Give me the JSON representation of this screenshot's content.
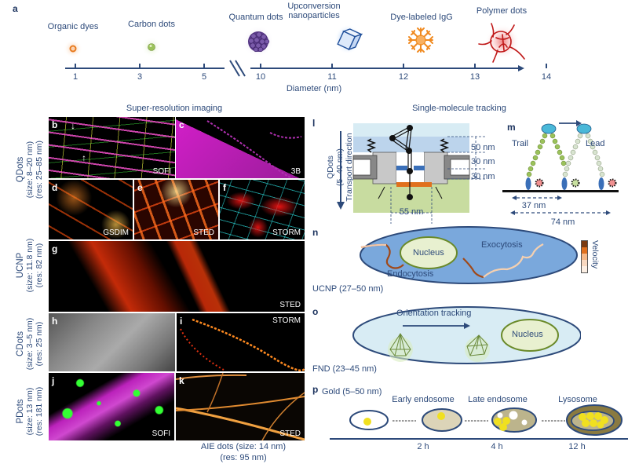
{
  "panel_a": {
    "label": "a",
    "axis_title": "Diameter (nm)",
    "ticks": [
      "1",
      "3",
      "5",
      "10",
      "11",
      "12",
      "13",
      "14"
    ],
    "items": [
      {
        "name": "Organic dyes",
        "icon": "orange-ring-icon"
      },
      {
        "name": "Carbon dots",
        "icon": "green-sphere-icon"
      },
      {
        "name": "Quantum dots",
        "icon": "purple-cluster-icon"
      },
      {
        "name": "Upconversion\nnanoparticles",
        "line1": "Upconversion",
        "line2": "nanoparticles",
        "icon": "blue-hexagonal-prism-icon"
      },
      {
        "name": "Dye-labeled IgG",
        "icon": "orange-antibody-icon"
      },
      {
        "name": "Polymer dots",
        "icon": "red-polymer-dot-icon"
      }
    ],
    "colors": {
      "axis": "#2d4a7a",
      "organic": "#e87a1e",
      "carbon": "#9bc25a",
      "quantum": "#5a3a8a",
      "ucnp": "#3a7fd0",
      "igg": "#f08a20",
      "polymer": "#d02020"
    }
  },
  "super_resolution": {
    "title": "Super-resolution imaging",
    "rows": [
      {
        "name": "QDots",
        "line2": "(size: 8–20 nm)",
        "line3": "(res: 25–85 nm)"
      },
      {
        "name": "UCNP",
        "line2": "(size: 11.8 nm)",
        "line3": "(res: 82 nm)"
      },
      {
        "name": "CDots",
        "line2": "(size: 3–5 nm)",
        "line3": "(res: 25 nm)"
      },
      {
        "name": "PDots",
        "line2": "(size: 13 nm)",
        "line3": "(res: 181 nm)"
      }
    ],
    "panels": [
      {
        "letter": "b",
        "tag": "SOFI"
      },
      {
        "letter": "c",
        "tag": "3B"
      },
      {
        "letter": "d",
        "tag": "GSDIM"
      },
      {
        "letter": "e",
        "tag": "STED"
      },
      {
        "letter": "f",
        "tag": "STORM"
      },
      {
        "letter": "g",
        "tag": "STED"
      },
      {
        "letter": "h",
        "tag": ""
      },
      {
        "letter": "i",
        "tag": "STORM"
      },
      {
        "letter": "j",
        "tag": "SOFI"
      },
      {
        "letter": "k",
        "tag": "STED"
      }
    ],
    "aie_caption_line1": "AIE dots (size: 14 nm)",
    "aie_caption_line2": "(res: 95 nm)"
  },
  "single_molecule": {
    "title": "Single-molecule tracking",
    "panel_l": {
      "label": "l",
      "side_line1": "QDots",
      "side_line2": "(5–40 nm)",
      "side_line3": "Transport direction",
      "dims": [
        "50 nm",
        "30 nm",
        "30 nm"
      ],
      "width_label": "55 nm"
    },
    "panel_m": {
      "label": "m",
      "trail": "Trail",
      "lead": "Lead",
      "step1": "37 nm",
      "step2": "74 nm"
    },
    "panel_n": {
      "label": "n",
      "nucleus": "Nucleus",
      "exocytosis": "Exocytosis",
      "endocytosis": "Endocytosis",
      "legend_title": "Velocity",
      "legend_colors": [
        "#7a3a10",
        "#e0701e",
        "#f5b888",
        "#f8d8c0",
        "#fcefe4"
      ],
      "caption": "UCNP (27–50 nm)"
    },
    "panel_o": {
      "label": "o",
      "tracking": "Orientation tracking",
      "nucleus": "Nucleus",
      "caption": "FND (23–45 nm)"
    },
    "panel_p": {
      "label": "p",
      "title": "Gold (5–50 nm)",
      "stages": [
        "",
        "Early endosome",
        "Late endosome",
        "Lysosome"
      ],
      "times": [
        "",
        "2 h",
        "4 h",
        "12 h"
      ]
    }
  }
}
